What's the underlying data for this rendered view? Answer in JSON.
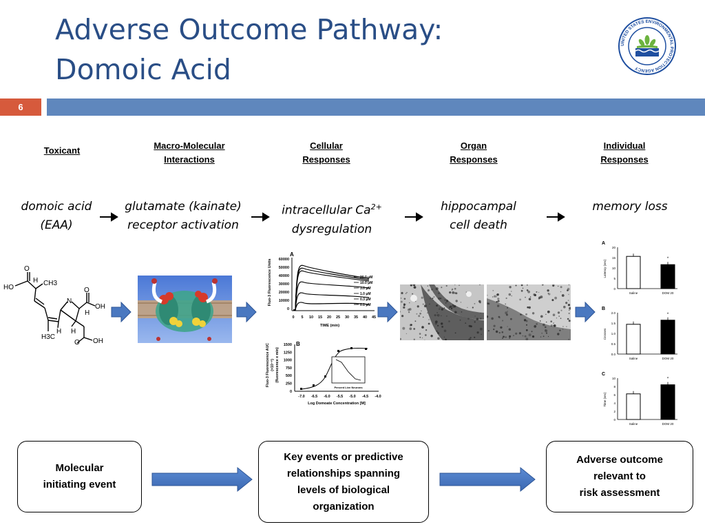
{
  "slide": {
    "title_line1": "Adverse Outcome Pathway:",
    "title_line2": "Domoic Acid",
    "number": "6",
    "logo_text": "UNITED STATES ENVIRONMENTAL PROTECTION AGENCY"
  },
  "columns": [
    {
      "line1": "Toxicant",
      "line2": ""
    },
    {
      "line1": "Macro-Molecular",
      "line2": "Interactions"
    },
    {
      "line1": "Cellular",
      "line2": "Responses"
    },
    {
      "line1": "Organ",
      "line2": "Responses"
    },
    {
      "line1": "Individual",
      "line2": "Responses"
    }
  ],
  "stages": [
    {
      "line1": "domoic acid",
      "line2": "(EAA)"
    },
    {
      "line1": "glutamate (kainate)",
      "line2": "receptor activation"
    },
    {
      "line1": "intracellular Ca",
      "sup": "2+",
      "line2": "dysregulation"
    },
    {
      "line1": "hippocampal",
      "line2": "cell death"
    },
    {
      "line1": "memory loss",
      "line2": ""
    }
  ],
  "molecule_labels": {
    "o1": "O",
    "ho": "HO",
    "ch3": "CH3",
    "h1": "H",
    "n": "N",
    "o2": "O",
    "oh1": "OH",
    "h2": "H",
    "h3": "H",
    "h4": "H",
    "h3c": "H3C",
    "o3": "O",
    "oh2": "OH"
  },
  "graph_a": {
    "panel": "A",
    "ylabel": "Fluo-3 Fluorescence Units",
    "xlabel": "TIME (min)",
    "yticks": [
      "60000",
      "50000",
      "40000",
      "30000",
      "20000",
      "10000",
      "0"
    ],
    "xticks": [
      "0",
      "5",
      "10",
      "15",
      "20",
      "25",
      "30",
      "35",
      "40",
      "45"
    ],
    "legend": [
      "30.0 μM",
      "10.0 μM",
      "3.0 μM",
      "1.0 μM",
      "0.3 μM",
      "0.1 μM"
    ]
  },
  "graph_b": {
    "panel": "B",
    "ylabel1": "Fluo-3 Fluorescence AUC",
    "ylabel2": "(×10⁻⁶)",
    "ylabel3": "(fluorescence x min)",
    "xlabel": "Log Domoate Concentration [M]",
    "yticks": [
      "1500",
      "1250",
      "1000",
      "750",
      "500",
      "250",
      "0"
    ],
    "xticks": [
      "-7.0",
      "-6.5",
      "-6.0",
      "-5.5",
      "-5.0",
      "-4.5",
      "-4.0"
    ],
    "inset_label": "Percent Live Neurons"
  },
  "behavior": {
    "panels": [
      {
        "label": "A",
        "ylabel": "Latency (sec)",
        "yticks": [
          "20",
          "15",
          "10",
          "5",
          "0"
        ],
        "bars": [
          "Saline",
          "DOM 20"
        ],
        "star": "*"
      },
      {
        "label": "B",
        "ylabel": "Crosses",
        "yticks": [
          "2.0",
          "1.5",
          "1.0",
          "0.5",
          "0.0"
        ],
        "bars": [
          "Saline",
          "DOM 20"
        ],
        "star": "*"
      },
      {
        "label": "C",
        "ylabel": "Time (sec)",
        "yticks": [
          "10",
          "8",
          "6",
          "4",
          "2",
          "0"
        ],
        "bars": [
          "Saline",
          "DOM 20"
        ],
        "star": "*"
      }
    ]
  },
  "bottom": {
    "box1_line1": "Molecular",
    "box1_line2": "initiating event",
    "box2_line1": "Key events or predictive",
    "box2_line2": "relationships spanning",
    "box2_line3": "levels of biological",
    "box2_line4": "organization",
    "box3_line1": "Adverse outcome",
    "box3_line2": "relevant to",
    "box3_line3": "risk assessment"
  },
  "colors": {
    "title": "#2a4e86",
    "header_bar": "#5f87bd",
    "slide_number_bg": "#d65a3c",
    "arrow_fill": "#4a78c0",
    "arrow_stroke": "#2d5596"
  }
}
